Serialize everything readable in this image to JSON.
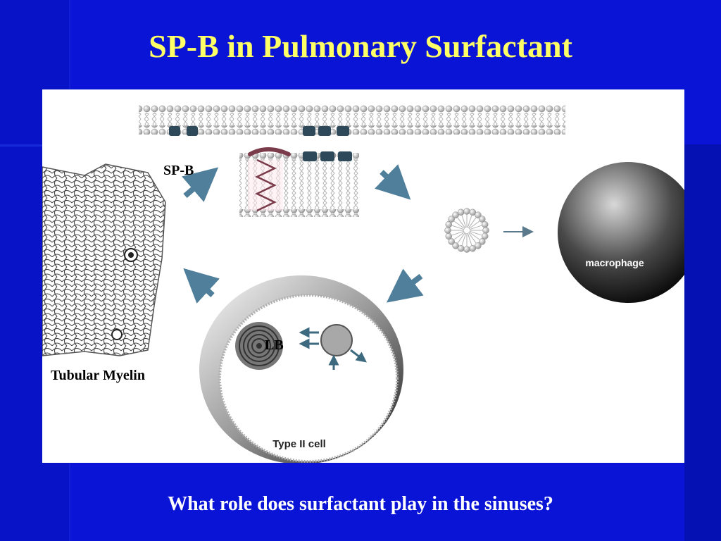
{
  "slide": {
    "title": "SP-B in Pulmonary Surfactant",
    "question": "What role does surfactant play in the sinuses?"
  },
  "diagram": {
    "labels": {
      "spb": "SP-B",
      "tubular_myelin": "Tubular Myelin",
      "lb": "LB",
      "macrophage": "macrophage",
      "type_ii_cell": "Type II cell"
    }
  },
  "colors": {
    "background": "#0a14d6",
    "title": "#ffff66",
    "question": "#ffffff",
    "arrow": "#4f7f9a",
    "protein": "#7a3b4a"
  }
}
